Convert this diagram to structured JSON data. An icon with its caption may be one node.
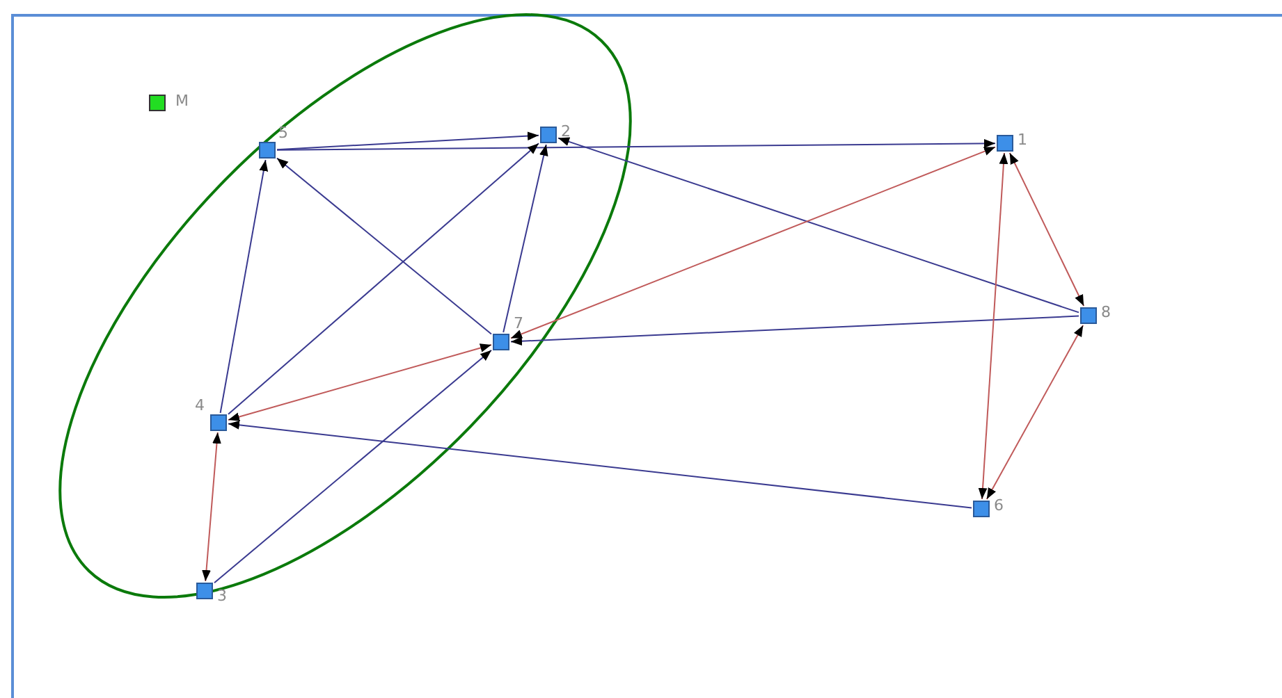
{
  "diagram": {
    "nodes": [
      {
        "text": [],
        "shape": "ellipse"
      },
      {
        "text": [],
        "shape": "box",
        "beside": [
          "5"
        ],
        "in": 0
      },
      {
        "text": [],
        "shape": "box",
        "beside": [
          "2"
        ],
        "in": 0
      },
      {
        "text": [],
        "shape": "box",
        "beside": [
          "1"
        ]
      },
      {
        "text": [],
        "shape": "box",
        "beside": [
          "8"
        ]
      },
      {
        "text": [],
        "shape": "box",
        "beside": [
          "7"
        ],
        "in": 0
      },
      {
        "text": [],
        "shape": "box",
        "beside": [
          "4"
        ],
        "in": 0
      },
      {
        "text": [],
        "shape": "box",
        "beside": [
          "3"
        ]
      },
      {
        "text": [],
        "shape": "box",
        "beside": [
          "6"
        ]
      }
    ],
    "edges": [
      {
        "from": 1,
        "to": 2,
        "arrow": "to"
      },
      {
        "from": 1,
        "to": 3,
        "arrow": "to"
      },
      {
        "from": 6,
        "to": 1,
        "arrow": "to"
      },
      {
        "from": 5,
        "to": 1,
        "arrow": "to"
      },
      {
        "from": 6,
        "to": 2,
        "arrow": "to"
      },
      {
        "from": 5,
        "to": 2,
        "arrow": "to"
      },
      {
        "from": 4,
        "to": 2,
        "arrow": "to"
      },
      {
        "from": 4,
        "to": 5,
        "arrow": "to"
      },
      {
        "from": 8,
        "to": 6,
        "arrow": "to"
      },
      {
        "from": 7,
        "to": 5,
        "arrow": "to"
      },
      {
        "from": 5,
        "to": 3,
        "arrow": "both",
        "color": "#c05a5a"
      },
      {
        "from": 6,
        "to": 5,
        "arrow": "both",
        "color": "#c05a5a"
      },
      {
        "from": 7,
        "to": 6,
        "arrow": "both",
        "color": "#c05a5a"
      },
      {
        "from": 3,
        "to": 8,
        "arrow": "both",
        "color": "#c05a5a"
      },
      {
        "from": 3,
        "to": 4,
        "arrow": "both",
        "color": "#c05a5a"
      },
      {
        "from": 8,
        "to": 4,
        "arrow": "both",
        "color": "#c05a5a"
      }
    ],
    "legend": [
      {
        "text": "M",
        "color": "#22dd22"
      }
    ]
  }
}
